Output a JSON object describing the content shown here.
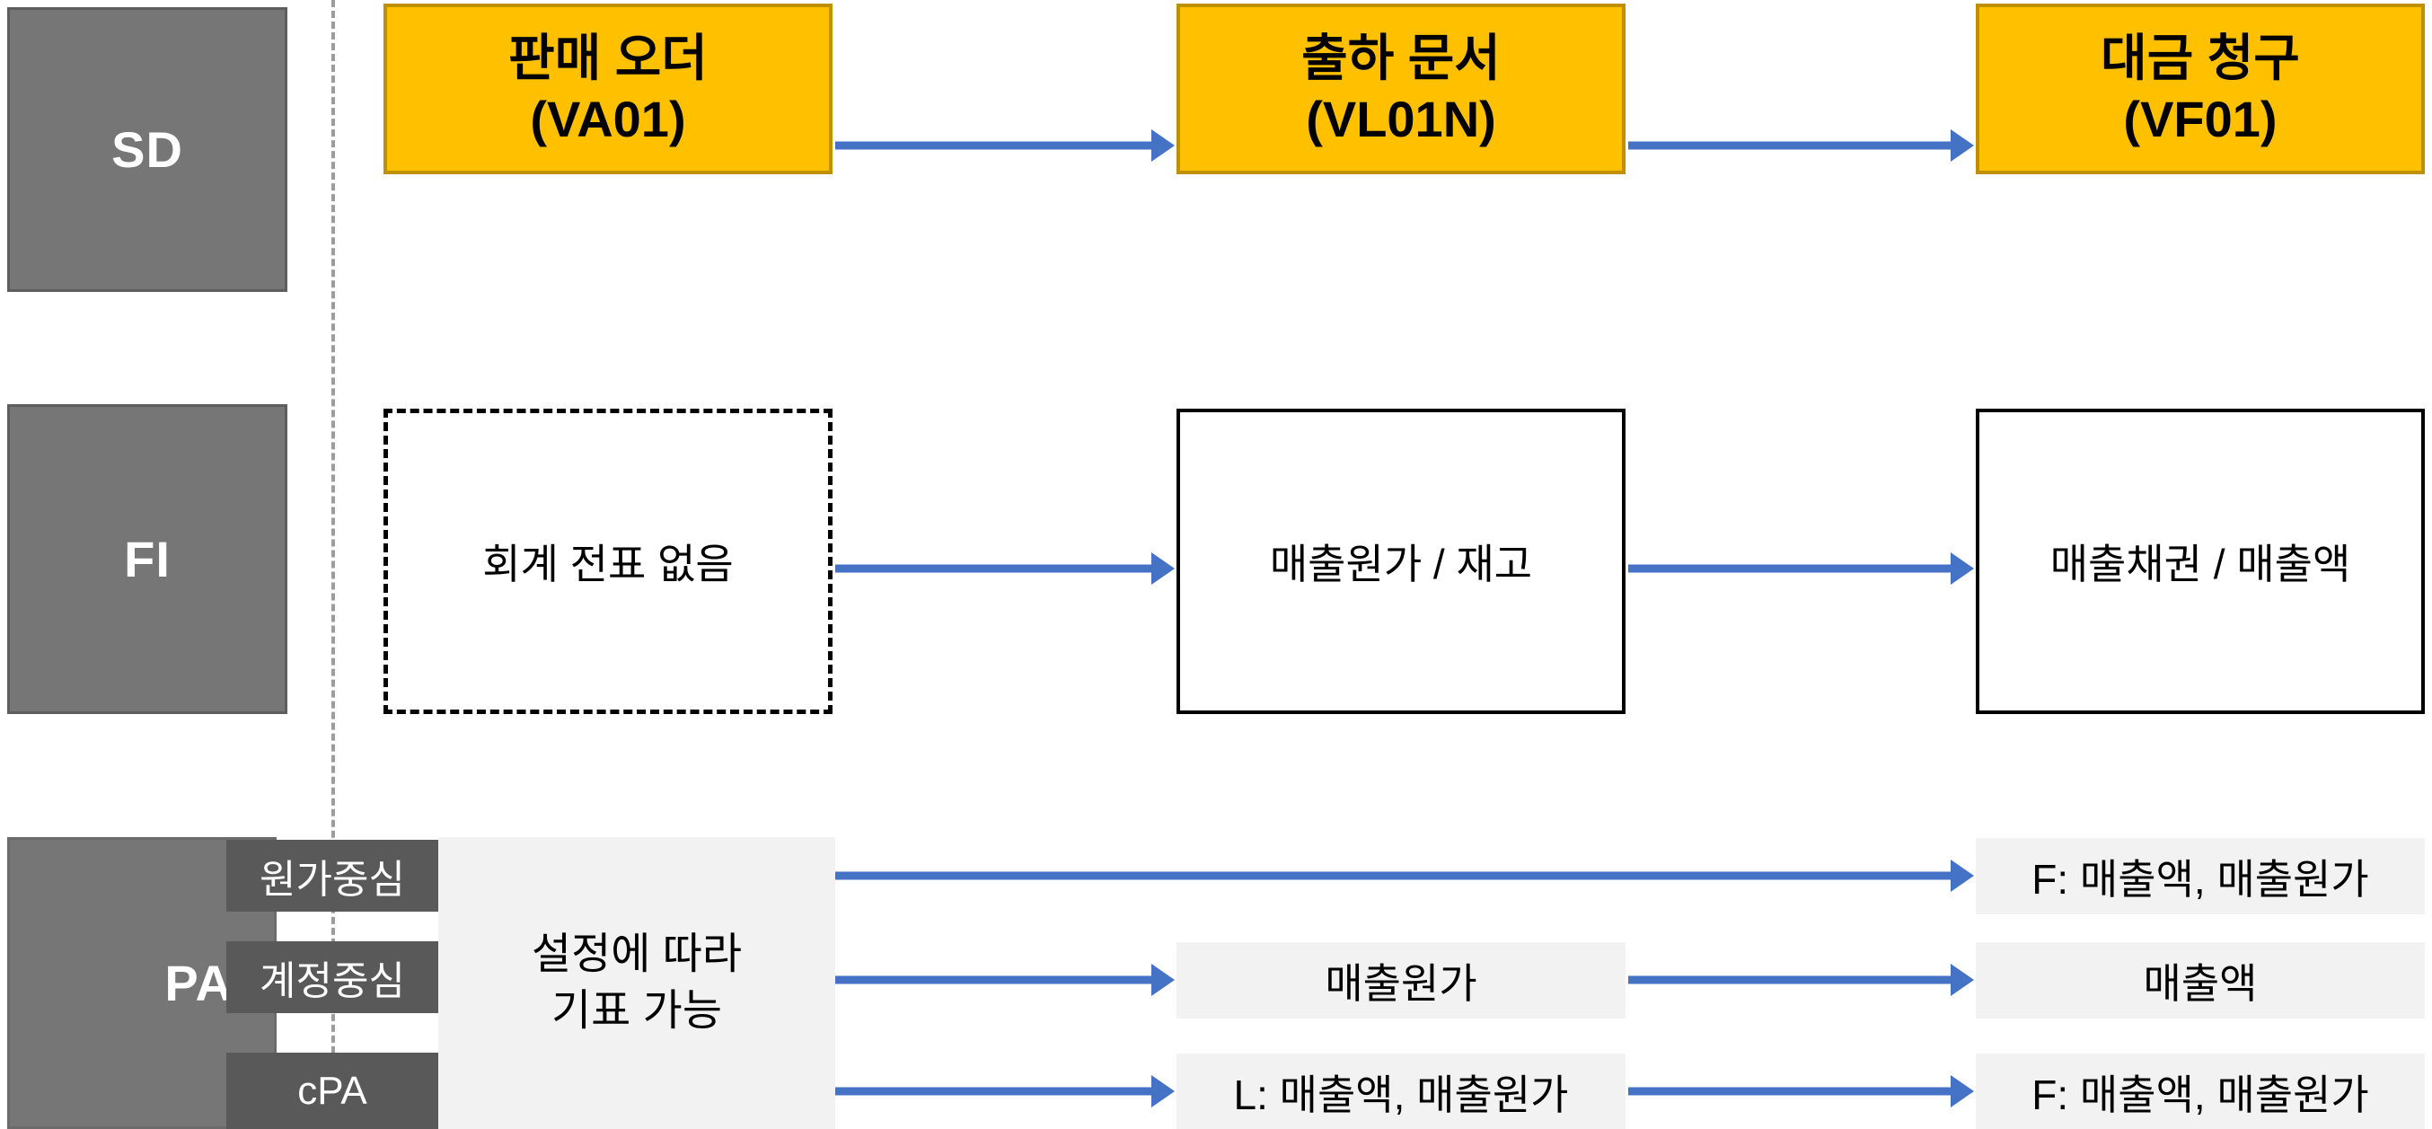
{
  "diagram": {
    "title": "SAP SD / FI / PA document flow",
    "colors": {
      "sd_fill": "#FFC000",
      "sd_border": "#BF9000",
      "module_label_fill": "#767676",
      "pa_tab_fill": "#595959",
      "gray_panel": "#F2F2F2",
      "arrow": "#4472C4",
      "divider": "#9C9C9C"
    }
  },
  "rows": {
    "sd": {
      "label": "SD",
      "boxes": [
        {
          "line1": "판매 오더",
          "line2": "(VA01)"
        },
        {
          "line1": "출하 문서",
          "line2": "(VL01N)"
        },
        {
          "line1": "대금 청구",
          "line2": "(VF01)"
        }
      ]
    },
    "fi": {
      "label": "FI",
      "boxes": [
        {
          "text": "회계 전표 없음",
          "border": "dashed"
        },
        {
          "text": "매출원가 / 재고",
          "border": "solid"
        },
        {
          "text": "매출채권 / 매출액",
          "border": "solid"
        }
      ]
    },
    "pa": {
      "label": "PA",
      "tabs": [
        {
          "label": "원가중심"
        },
        {
          "label": "계정중심"
        },
        {
          "label": "cPA"
        }
      ],
      "note": {
        "line1": "설정에 따라",
        "line2": "기표 가능"
      },
      "streams": [
        {
          "middle": "",
          "right": "F: 매출액, 매출원가"
        },
        {
          "middle": "매출원가",
          "right": "매출액"
        },
        {
          "middle": "L: 매출액, 매출원가",
          "right": "F: 매출액, 매출원가"
        }
      ]
    }
  }
}
